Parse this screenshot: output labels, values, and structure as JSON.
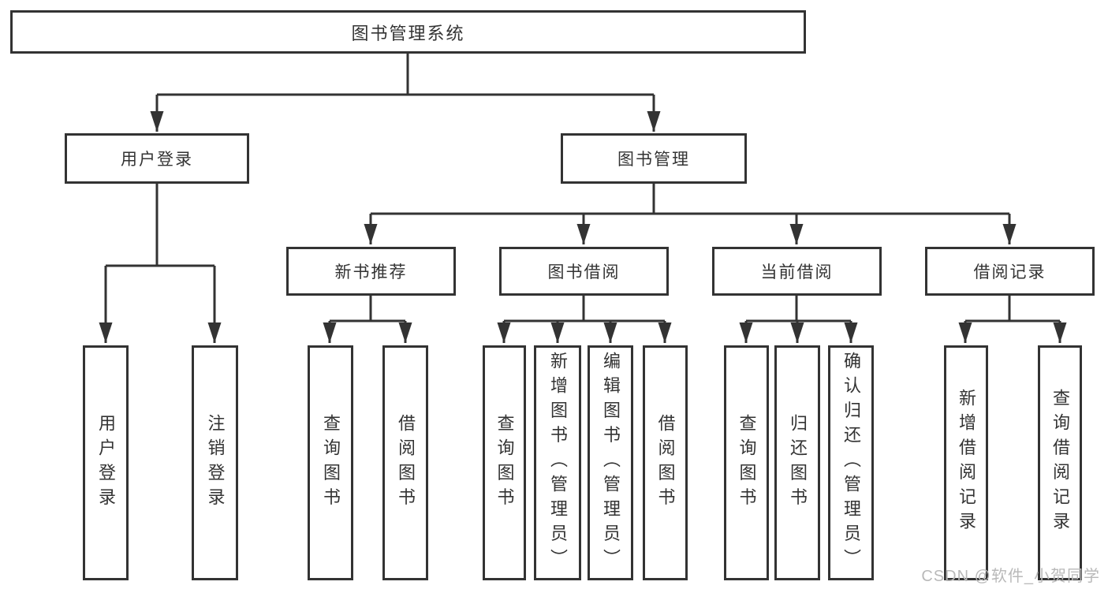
{
  "diagram": {
    "title": "图书管理系统",
    "watermark": "CSDN @软件_小贺同学"
  },
  "colors": {
    "line": "#333333",
    "text": "#333333",
    "box_fill": "#ffffff",
    "background": "#ffffff",
    "watermark": "#b9b9b9"
  },
  "nodes": {
    "root": {
      "label": "图书管理系统"
    },
    "userLogin": {
      "label": "用户登录"
    },
    "bookMgmt": {
      "label": "图书管理"
    },
    "login": {
      "label": "用户登录"
    },
    "logout": {
      "label": "注销登录"
    },
    "newBookRec": {
      "label": "新书推荐"
    },
    "bookBorrow": {
      "label": "图书借阅"
    },
    "currentBorrow": {
      "label": "当前借阅"
    },
    "borrowRecords": {
      "label": "借阅记录"
    },
    "nbQuery": {
      "label": "查询图书"
    },
    "nbBorrow": {
      "label": "借阅图书"
    },
    "bbQuery": {
      "label": "查询图书"
    },
    "bbAdd": {
      "label": "新增图书（管理员）"
    },
    "bbEdit": {
      "label": "编辑图书（管理员）"
    },
    "bbBorrow": {
      "label": "借阅图书"
    },
    "cbQuery": {
      "label": "查询图书"
    },
    "cbReturn": {
      "label": "归还图书"
    },
    "cbConfirm": {
      "label": "确认归还（管理员）"
    },
    "brAdd": {
      "label": "新增借阅记录"
    },
    "brQuery": {
      "label": "查询借阅记录"
    }
  },
  "hierarchy": {
    "root": [
      "userLogin",
      "bookMgmt"
    ],
    "userLogin": [
      "login",
      "logout"
    ],
    "bookMgmt": [
      "newBookRec",
      "bookBorrow",
      "currentBorrow",
      "borrowRecords"
    ],
    "newBookRec": [
      "nbQuery",
      "nbBorrow"
    ],
    "bookBorrow": [
      "bbQuery",
      "bbAdd",
      "bbEdit",
      "bbBorrow"
    ],
    "currentBorrow": [
      "cbQuery",
      "cbReturn",
      "cbConfirm"
    ],
    "borrowRecords": [
      "brAdd",
      "brQuery"
    ]
  }
}
